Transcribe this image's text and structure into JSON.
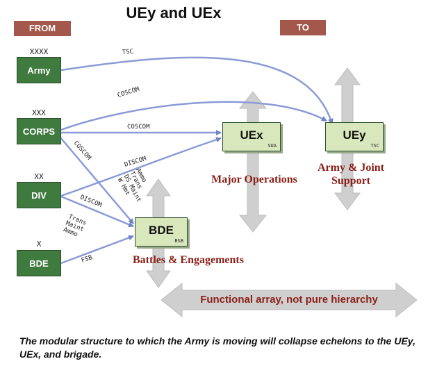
{
  "title": "UEy and UEx",
  "headers": {
    "from": "FROM",
    "to": "TO"
  },
  "from_units": [
    {
      "echelon": "XXXX",
      "name": "Army"
    },
    {
      "echelon": "XXX",
      "name": "CORPS"
    },
    {
      "echelon": "XX",
      "name": "DIV"
    },
    {
      "echelon": "X",
      "name": "BDE"
    }
  ],
  "targets": {
    "uex": {
      "name": "UEx",
      "sub": "SUA"
    },
    "uey": {
      "name": "UEy",
      "sub": "TSC"
    },
    "bde": {
      "name": "BDE",
      "sub": "BSB"
    }
  },
  "role_labels": {
    "uex": "Major Operations",
    "uey": "Army & Joint\nSupport",
    "bde": "Battles & Engagements"
  },
  "links": {
    "army_tsc": "TSC",
    "corps_coscom_uey": "COSCOM",
    "corps_coscom_uex": "COSCOM",
    "corps_coscom_bde": "COSCOM",
    "div_discom_uex": "DISCOM",
    "div_discom_bde": "DISCOM",
    "bde_fsb": "FSB",
    "div_stack": [
      "Ammo",
      "Trans",
      "DS Maint",
      "W Hmt"
    ],
    "bde_stack": [
      "Trans",
      "Maint",
      "Ammo"
    ]
  },
  "functional_array": "Functional array, not pure hierarchy",
  "caption": "The modular structure to which the Army is moving will collapse echelons to the UEy, UEx, and brigade.",
  "colors": {
    "green_box": "#3f7a3f",
    "light_box": "#d9e7bd",
    "tag": "#a4574b",
    "arrow_line": "#8a9bd6",
    "label_red": "#8a1f16",
    "gray_arrow": "#cfcfcf"
  }
}
